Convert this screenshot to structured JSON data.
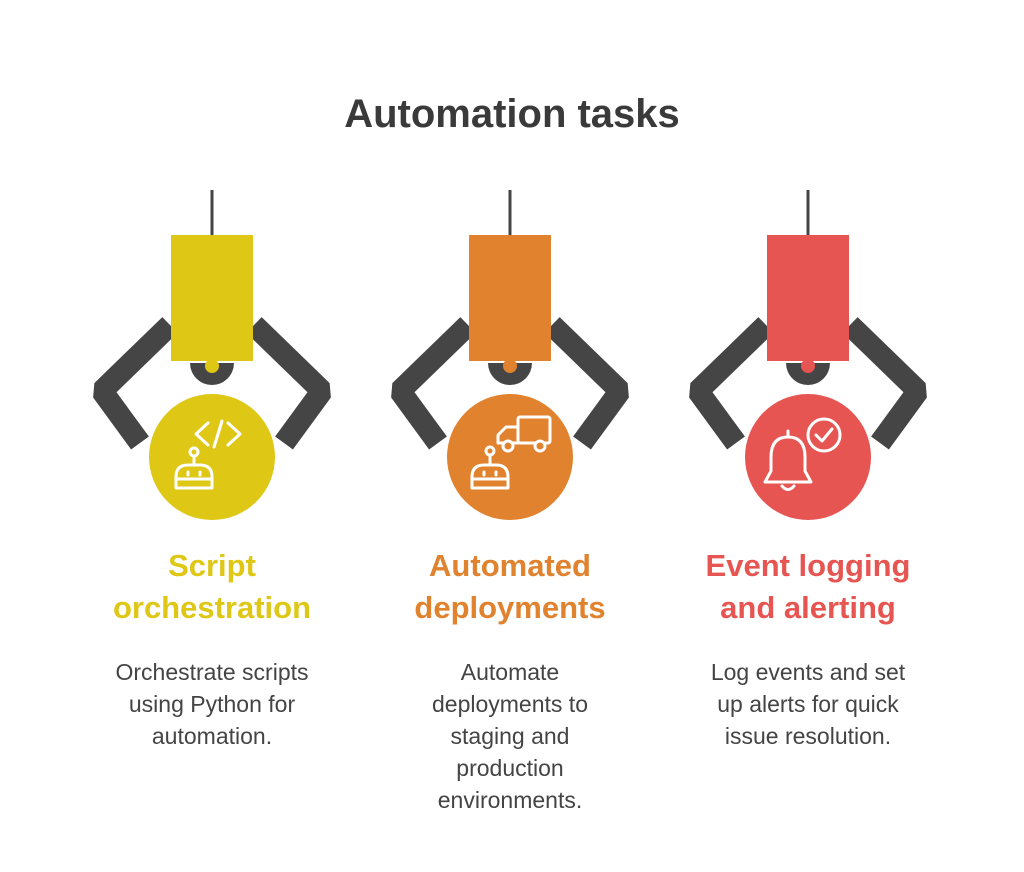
{
  "title": "Automation tasks",
  "colors": {
    "arm": "#454545",
    "title": "#3a3a3a",
    "text": "#444444"
  },
  "columns": [
    {
      "heading_lines": [
        "Script",
        "orchestration"
      ],
      "desc_lines": [
        "Orchestrate scripts",
        "using Python for",
        "automation."
      ],
      "color": "#dfc716",
      "icons": [
        "code-icon",
        "robot-icon"
      ]
    },
    {
      "heading_lines": [
        "Automated",
        "deployments"
      ],
      "desc_lines": [
        "Automate",
        "deployments to",
        "staging and",
        "production",
        "environments."
      ],
      "color": "#e0822e",
      "icons": [
        "delivery-truck-icon",
        "robot-icon"
      ]
    },
    {
      "heading_lines": [
        "Event logging",
        "and alerting"
      ],
      "desc_lines": [
        "Log events and set",
        "up alerts for quick",
        "issue resolution."
      ],
      "color": "#e65552",
      "icons": [
        "bell-icon",
        "check-circle-icon"
      ]
    }
  ]
}
